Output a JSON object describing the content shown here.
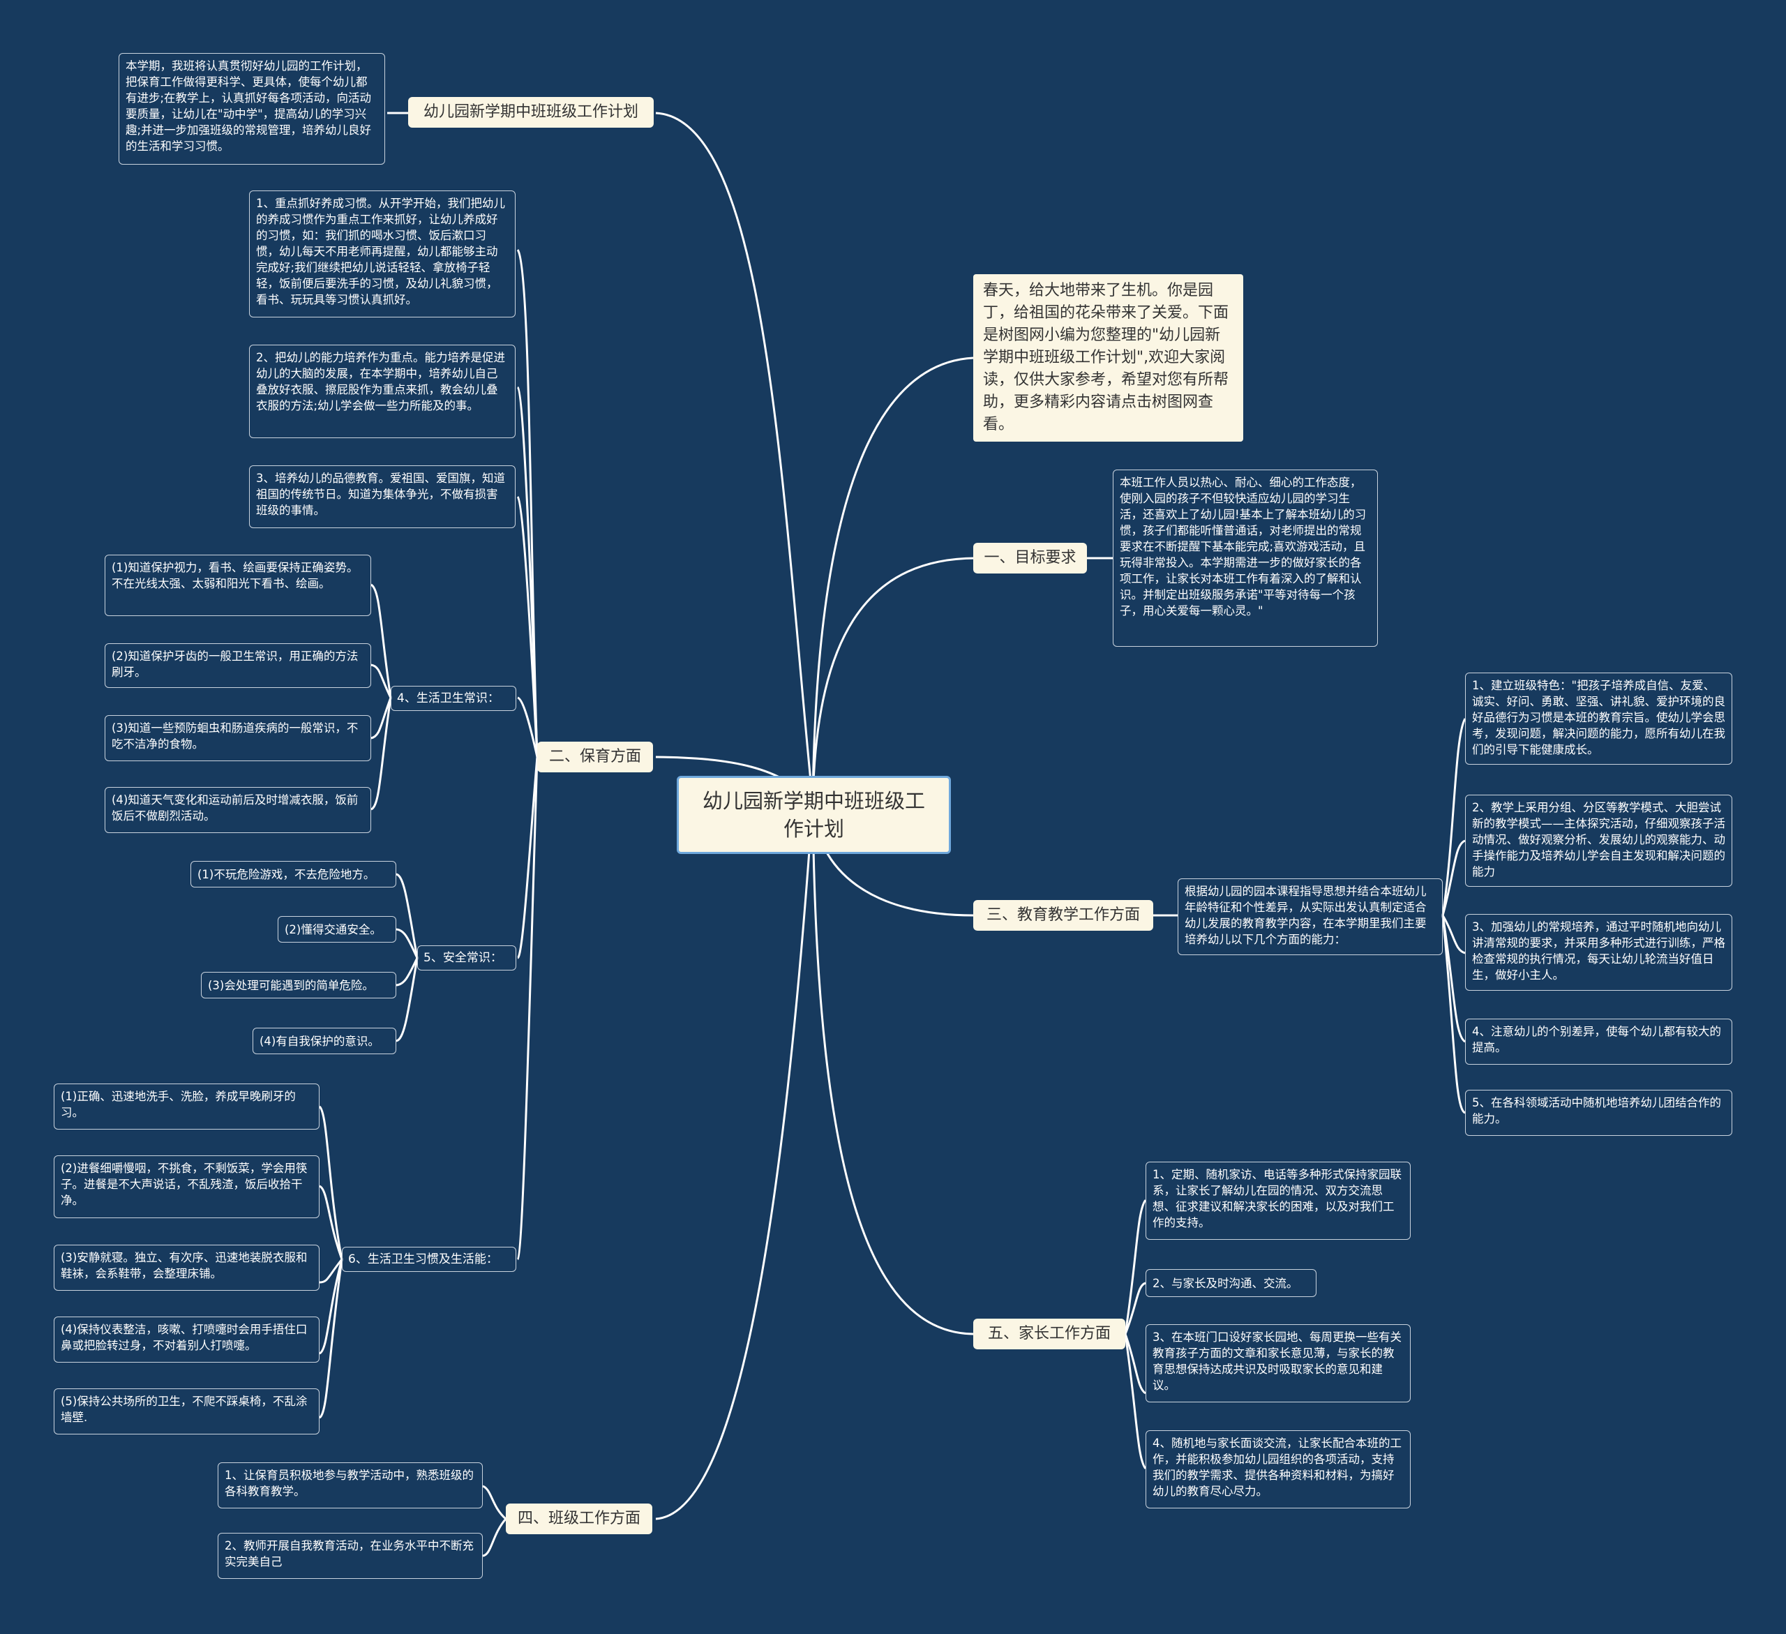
{
  "root": {
    "title": "幼儿园新学期中班班级工作计划"
  },
  "intro": "春天，给大地带来了生机。你是园丁，给祖国的花朵带来了关爱。下面是树图网小编为您整理的\"幼儿园新学期中班班级工作计划\",欢迎大家阅读，仅供大家参考，希望对您有所帮助，更多精彩内容请点击树图网查看。",
  "left": {
    "title_branch": {
      "label": "幼儿园新学期中班班级工作计划",
      "text": "本学期，我班将认真贯彻好幼儿园的工作计划，把保育工作做得更科学、更具体，使每个幼儿都有进步;在教学上，认真抓好每各项活动，向活动要质量，让幼儿在\"动中学\"，提高幼儿的学习兴趣;并进一步加强班级的常规管理，培养幼儿良好的生活和学习习惯。"
    },
    "care": {
      "label": "二、保育方面",
      "items": [
        "1、重点抓好养成习惯。从开学开始，我们把幼儿的养成习惯作为重点工作来抓好，让幼儿养成好的习惯，如：我们抓的喝水习惯、饭后漱口习惯，幼儿每天不用老师再提醒，幼儿都能够主动完成好;我们继续把幼儿说话轻轻、拿放椅子轻轻，饭前便后要洗手的习惯，及幼儿礼貌习惯，看书、玩玩具等习惯认真抓好。",
        "2、把幼儿的能力培养作为重点。能力培养是促进幼儿的大脑的发展，在本学期中，培养幼儿自己叠放好衣服、擦屁股作为重点来抓，教会幼儿叠衣服的方法;幼儿学会做一些力所能及的事。",
        "3、培养幼儿的品德教育。爱祖国、爱国旗，知道祖国的传统节日。知道为集体争光，不做有损害班级的事情。"
      ],
      "hygiene": {
        "label": "4、生活卫生常识：",
        "items": [
          "(1)知道保护视力，看书、绘画要保持正确姿势。不在光线太强、太弱和阳光下看书、绘画。",
          "(2)知道保护牙齿的一般卫生常识，用正确的方法刷牙。",
          "(3)知道一些预防蛔虫和肠道疾病的一般常识，不吃不洁净的食物。",
          "(4)知道天气变化和运动前后及时增减衣服，饭前饭后不做剧烈活动。"
        ]
      },
      "safety": {
        "label": "5、安全常识：",
        "items": [
          "(1)不玩危险游戏，不去危险地方。",
          "(2)懂得交通安全。",
          "(3)会处理可能遇到的简单危险。",
          "(4)有自我保护的意识。"
        ]
      },
      "habits": {
        "label": "6、生活卫生习惯及生活能：",
        "items": [
          "(1)正确、迅速地洗手、洗脸，养成早晚刷牙的习。",
          "(2)进餐细嚼慢咽，不挑食，不剩饭菜，学会用筷子。进餐是不大声说话，不乱残渣，饭后收拾干净。",
          "(3)安静就寝。独立、有次序、迅速地装脱衣服和鞋袜，会系鞋带，会整理床铺。",
          "(4)保持仪表整洁，咳嗽、打喷嚏时会用手捂住口鼻或把脸转过身，不对着别人打喷嚏。",
          "(5)保持公共场所的卫生，不爬不踩桌椅，不乱涂墙壁."
        ]
      }
    },
    "class_work": {
      "label": "四、班级工作方面",
      "items": [
        "1、让保育员积极地参与教学活动中，熟悉班级的各科教育教学。",
        "2、教师开展自我教育活动，在业务水平中不断充实完美自己"
      ]
    }
  },
  "right": {
    "goal": {
      "label": "一、目标要求",
      "text": "本班工作人员以热心、耐心、细心的工作态度，使刚入园的孩子不但较快适应幼儿园的学习生活，还喜欢上了幼儿园!基本上了解本班幼儿的习惯，孩子们都能听懂普通话，对老师提出的常规要求在不断提醒下基本能完成;喜欢游戏活动，且玩得非常投入。本学期需进一步的做好家长的各项工作，让家长对本班工作有着深入的了解和认识。并制定出班级服务承诺\"平等对待每一个孩子，用心关爱每一颗心灵。\""
    },
    "teaching": {
      "label": "三、教育教学工作方面",
      "mid": "根据幼儿园的园本课程指导思想并结合本班幼儿年龄特征和个性差异，从实际出发认真制定适合幼儿发展的教育教学内容，在本学期里我们主要培养幼儿以下几个方面的能力：",
      "items": [
        "1、建立班级特色：\"把孩子培养成自信、友爱、诚实、好问、勇敢、坚强、讲礼貌、爱护环境的良好品德行为习惯是本班的教育宗旨。使幼儿学会思考，发现问题，解决问题的能力，愿所有幼儿在我们的引导下能健康成长。",
        "2、教学上采用分组、分区等教学模式、大胆尝试新的教学模式——主体探究活动，仔细观察孩子活动情况、做好观察分析、发展幼儿的观察能力、动手操作能力及培养幼儿学会自主发现和解决问题的能力",
        "3、加强幼儿的常规培养，通过平时随机地向幼儿讲清常规的要求，并采用多种形式进行训练，严格检查常规的执行情况，每天让幼儿轮流当好值日生，做好小主人。",
        "4、注意幼儿的个别差异，使每个幼儿都有较大的提高。",
        "5、在各科领域活动中随机地培养幼儿团结合作的能力。"
      ]
    },
    "parents": {
      "label": "五、家长工作方面",
      "items": [
        "1、定期、随机家访、电话等多种形式保持家园联系，让家长了解幼儿在园的情况、双方交流思想、征求建议和解决家长的困难，以及对我们工作的支持。",
        "2、与家长及时沟通、交流。",
        "3、在本班门口设好家长园地、每周更换一些有关教育孩子方面的文章和家长意见薄，与家长的教育思想保持达成共识及时吸取家长的意见和建议。",
        "4、随机地与家长面谈交流，让家长配合本班的工作，并能积极参加幼儿园组织的各项活动，支持我们的教学需求、提供各种资料和材料，为搞好幼儿的教育尽心尽力。"
      ]
    }
  },
  "colors": {
    "background": "#173a5e",
    "node_fill": "#fbf6e4",
    "root_border": "#6fa8dc",
    "line": "#ffffff",
    "leaf_text": "#ffffff"
  }
}
